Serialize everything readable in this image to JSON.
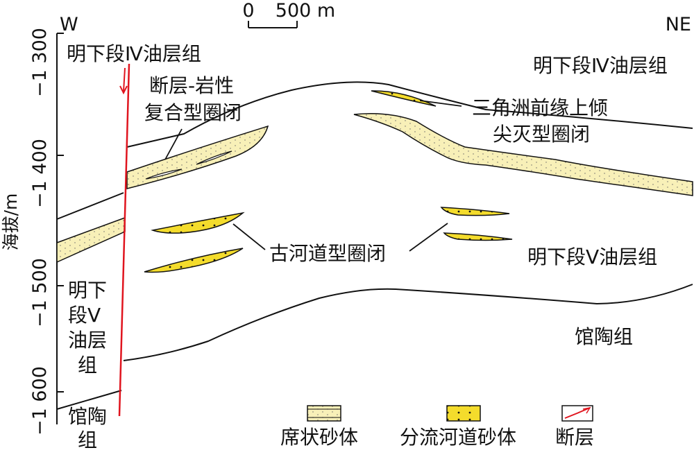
{
  "diagram": {
    "direction_left": "W",
    "direction_right": "NE",
    "scale_bar": {
      "start_label": "0",
      "end_label": "500 m"
    },
    "y_axis": {
      "title": "海拔/m",
      "ticks": [
        "−1 300",
        "−1 400",
        "−1 500",
        "−1 600"
      ]
    },
    "formations": {
      "upper_left": "明下段Ⅳ油层组",
      "upper_right": "明下段Ⅳ油层组",
      "middle_right": "明下段Ⅴ油层组",
      "middle_left_lines": [
        "明下",
        "段Ⅴ",
        "油层",
        "组"
      ],
      "lower_right": "馆陶组",
      "lower_left_lines": [
        "馆陶",
        "组"
      ]
    },
    "traps": {
      "fault_lithologic_lines": [
        "断层-岩性",
        "复合型圈闭"
      ],
      "delta_front_lines": [
        "三角洲前缘上倾",
        "尖灭型圈闭"
      ],
      "paleochannel": "古河道型圈闭"
    },
    "legend": [
      {
        "label": "席状砂体",
        "icon": "sheet-sand-swatch"
      },
      {
        "label": "分流河道砂体",
        "icon": "channel-sand-swatch"
      },
      {
        "label": "断层",
        "icon": "fault-symbol"
      }
    ],
    "colors": {
      "sheet_sand": "#f8f0b8",
      "channel_sand": "#f4dc2c",
      "fault": "#e0141e",
      "line": "#111111"
    }
  }
}
